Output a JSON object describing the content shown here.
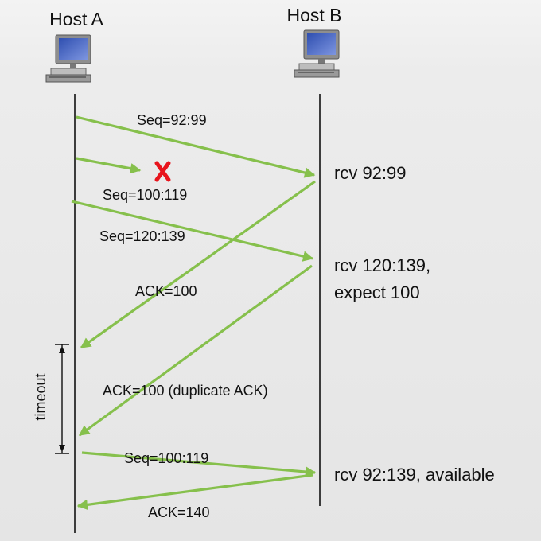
{
  "hosts": {
    "a": {
      "label": "Host A",
      "icon": "desktop-computer-icon"
    },
    "b": {
      "label": "Host B",
      "icon": "desktop-computer-icon"
    }
  },
  "messages": {
    "seq_92_99": "Seq=92:99",
    "seq_100_119": "Seq=100:119",
    "seq_120_139": "Seq=120:139",
    "ack_100": "ACK=100",
    "ack_100_dup": "ACK=100 (duplicate ACK)",
    "seq_100_119_retx": "Seq=100:119",
    "ack_140": "ACK=140"
  },
  "receiver_notes": {
    "rcv_92_99": "rcv 92:99",
    "rcv_120_139_line1": "rcv 120:139,",
    "rcv_120_139_line2": "expect 100",
    "rcv_92_139": "rcv 92:139, available"
  },
  "timeout_label": "timeout",
  "loss_marker": {
    "symbol": "X",
    "meaning": "lost segment"
  },
  "colors": {
    "arrow": "#86c04c",
    "loss": "#e8141c",
    "timeline": "#111111"
  }
}
